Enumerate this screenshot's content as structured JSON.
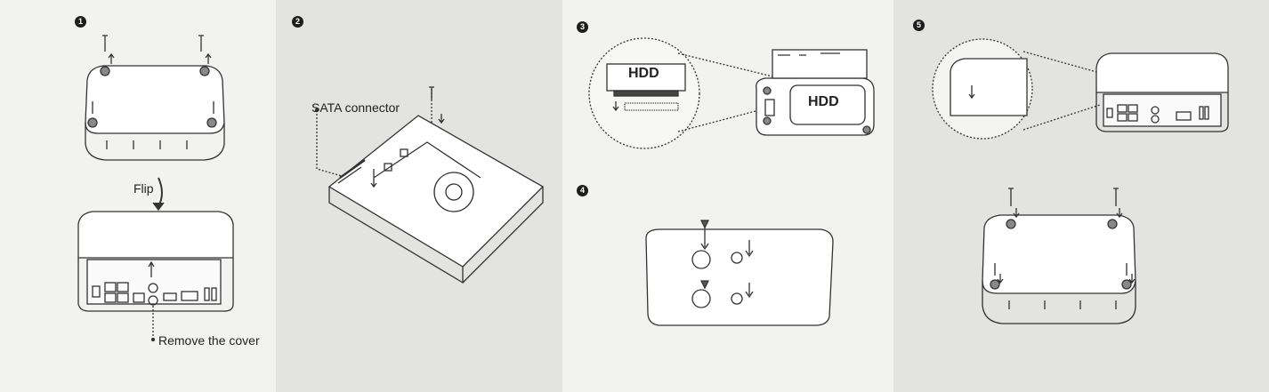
{
  "steps": {
    "s1": "1",
    "s2": "2",
    "s3": "3",
    "s4": "4",
    "s5": "5"
  },
  "labels": {
    "flip": "Flip",
    "remove_cover": "Remove the cover",
    "sata_connector": "SATA connector",
    "hdd_zoom": "HDD",
    "hdd_bay": "HDD"
  },
  "colors": {
    "panel_light": "#f2f2f1",
    "panel_dark": "#e3e3e2",
    "ink": "#222222"
  }
}
